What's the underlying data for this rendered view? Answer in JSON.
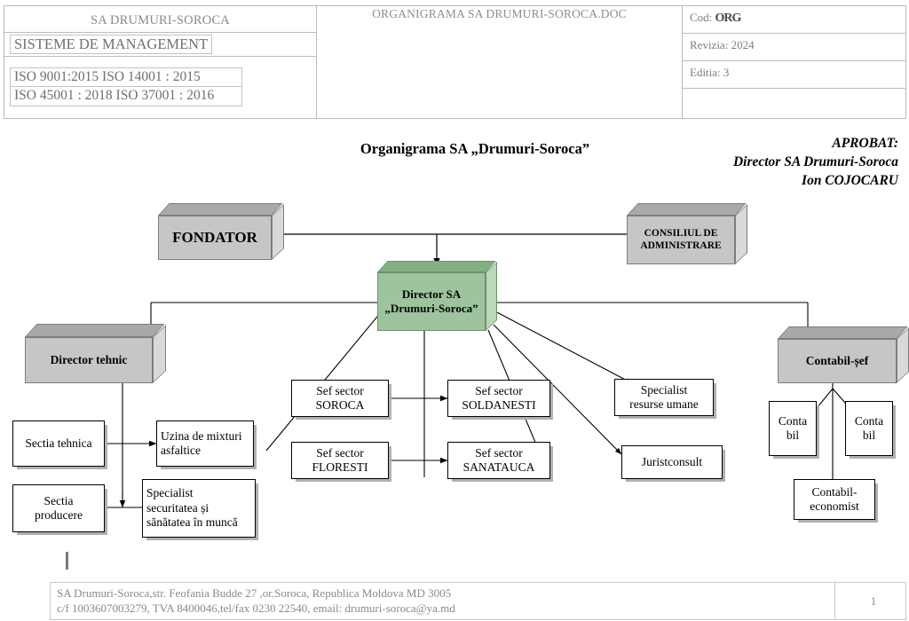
{
  "header": {
    "org_name": "SA DRUMURI-SOROCA",
    "system_label": "SISTEME DE MANAGEMENT",
    "iso_line1": "ISO 9001:2015     ISO  14001 : 2015",
    "iso_line2": "ISO 45001 : 2018  ISO 37001 : 2016",
    "doc_title": "ORGANIGRAMA SA DRUMURI-SOROCA.DOC",
    "cod_label": "Cod:",
    "cod_value": "ORG",
    "revizia": "Revizia: 2024",
    "editia": "Editia: 3"
  },
  "titles": {
    "main": "Organigrama SA „Drumuri-Soroca”",
    "aprobat_line1": "APROBAT:",
    "aprobat_line2": "Director SA Drumuri-Soroca",
    "aprobat_line3": "Ion COJOCARU"
  },
  "chart_data": {
    "type": "diagram",
    "title": "Organigrama SA „Drumuri-Soroca”",
    "nodes": {
      "fondator": "FONDATOR",
      "consiliu_l1": "CONSILIUL DE",
      "consiliu_l2": "ADMINISTRARE",
      "director_l1": "Director SA",
      "director_l2": "„Drumuri-Soroca”",
      "director_tehnic": "Director tehnic",
      "contabil_sef": "Contabil-șef",
      "sectia_tehnica": "Sectia tehnica",
      "uzina_l1": "Uzina de mixturi",
      "uzina_l2": "asfaltice",
      "sectia_producere_l1": "Sectia",
      "sectia_producere_l2": "producere",
      "spec_ssm_l1": "Specialist",
      "spec_ssm_l2": "securitatea și",
      "spec_ssm_l3": "sănătatea în muncă",
      "sef_soroca_l1": "Sef sector",
      "sef_soroca_l2": "SOROCA",
      "sef_soldanesti_l1": "Sef sector",
      "sef_soldanesti_l2": "SOLDANESTI",
      "sef_floresti_l1": "Sef sector",
      "sef_floresti_l2": "FLORESTI",
      "sef_sanatauca_l1": "Sef sector",
      "sef_sanatauca_l2": "SANATAUCA",
      "resurse_umane_l1": "Specialist",
      "resurse_umane_l2": "resurse umane",
      "juristconsult": "Juristconsult",
      "contabil1_l1": "Conta",
      "contabil1_l2": "bil",
      "contabil2_l1": "Conta",
      "contabil2_l2": "bil",
      "contabil_economist_l1": "Contabil-",
      "contabil_economist_l2": "economist"
    },
    "colors": {
      "box_gray": "#c6c6c6",
      "box_green": "#9dc49d",
      "line": "#000000",
      "header_text": "#8a8a8a"
    }
  },
  "footer": {
    "line1": "SA Drumuri-Soroca,str. Feofania Budde 27 ,or.Soroca, Republica Moldova   MD 3005",
    "line2": "c/f 1003607003279, TVA 8400046,tel/fax 0230 22540, email: drumuri-soroca@ya.md",
    "page": "1"
  }
}
